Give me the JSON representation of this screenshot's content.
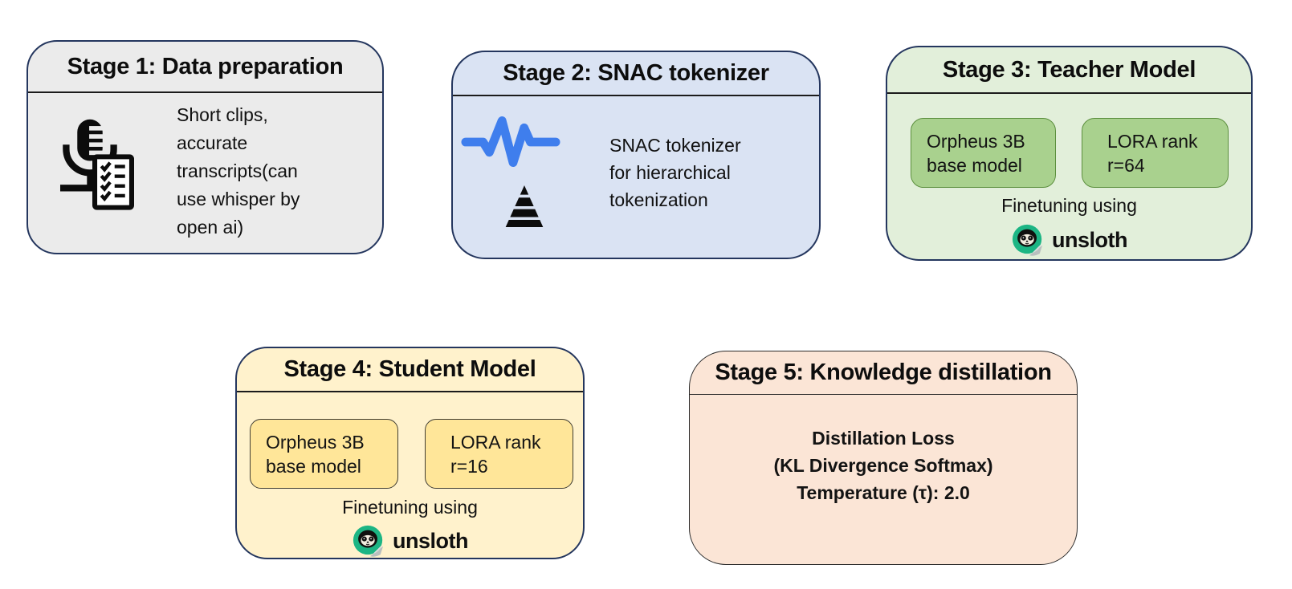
{
  "diagram": {
    "stage1": {
      "title": "Stage 1: Data preparation",
      "line1": "Short clips,",
      "line2": "accurate",
      "line3": "transcripts(can",
      "line4": "use whisper by",
      "line5": "open ai)",
      "icons": [
        "microphone-icon",
        "checklist-icon"
      ],
      "fill": "#EBEBEB"
    },
    "stage2": {
      "title": "Stage 2: SNAC tokenizer",
      "line1": "SNAC tokenizer",
      "line2": "for hierarchical",
      "line3": "tokenization",
      "icons": [
        "waveform-icon",
        "pyramid-icon"
      ],
      "fill": "#DAE3F3",
      "waveform_color": "#3F7EED"
    },
    "stage3": {
      "title": "Stage 3: Teacher Model",
      "chip1_line1": "Orpheus 3B",
      "chip1_line2": "base model",
      "chip2_line1": "LORA rank",
      "chip2_line2": "r=64",
      "finetuning": "Finetuning using",
      "brand": "unsloth",
      "icons": [
        "unsloth-logo-icon"
      ],
      "fill": "#E2EFDA",
      "chip_fill": "#A9D18E"
    },
    "stage4": {
      "title": "Stage 4: Student Model",
      "chip1_line1": "Orpheus 3B",
      "chip1_line2": "base model",
      "chip2_line1": "LORA rank",
      "chip2_line2": "r=16",
      "finetuning": "Finetuning using",
      "brand": "unsloth",
      "icons": [
        "unsloth-logo-icon"
      ],
      "fill": "#FFF2CC",
      "chip_fill": "#FFE699"
    },
    "stage5": {
      "title": "Stage 5: Knowledge distillation",
      "line1": "Distillation Loss",
      "line2": "(KL Divergence Softmax)",
      "line3": "Temperature (τ): 2.0",
      "fill": "#FBE5D6"
    },
    "colors": {
      "outline_navy": "#24365E",
      "thin_outline": "#2b2b2b",
      "unsloth_teal": "#1CB584"
    }
  }
}
